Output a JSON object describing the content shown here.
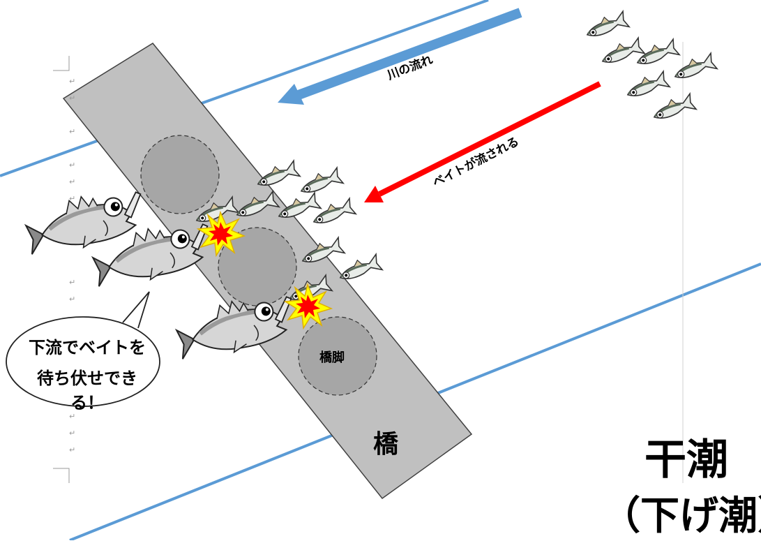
{
  "labels": {
    "river_flow": "川の流れ",
    "bait_flow": "ベイトが流される",
    "pier": "橋脚",
    "bridge": "橋",
    "bubble_line1": "下流でベイトを",
    "bubble_line2": "待ち伏せできる！",
    "title_main": "干潮",
    "title_sub": "（下げ潮）"
  },
  "colors": {
    "river_bank": "#5b9bd5",
    "river_arrow": "#5b9bd5",
    "bait_arrow": "#ff0000",
    "bridge": "#c0c0c0",
    "pier": "#a6a6a6",
    "burst_outer": "#ffff00",
    "burst_inner": "#ff0000"
  },
  "icons": {
    "bait_fish": "small-fish-icon",
    "predator_fish": "seabass-icon",
    "impact": "explosion-burst-icon",
    "paragraph_mark": "↵"
  }
}
